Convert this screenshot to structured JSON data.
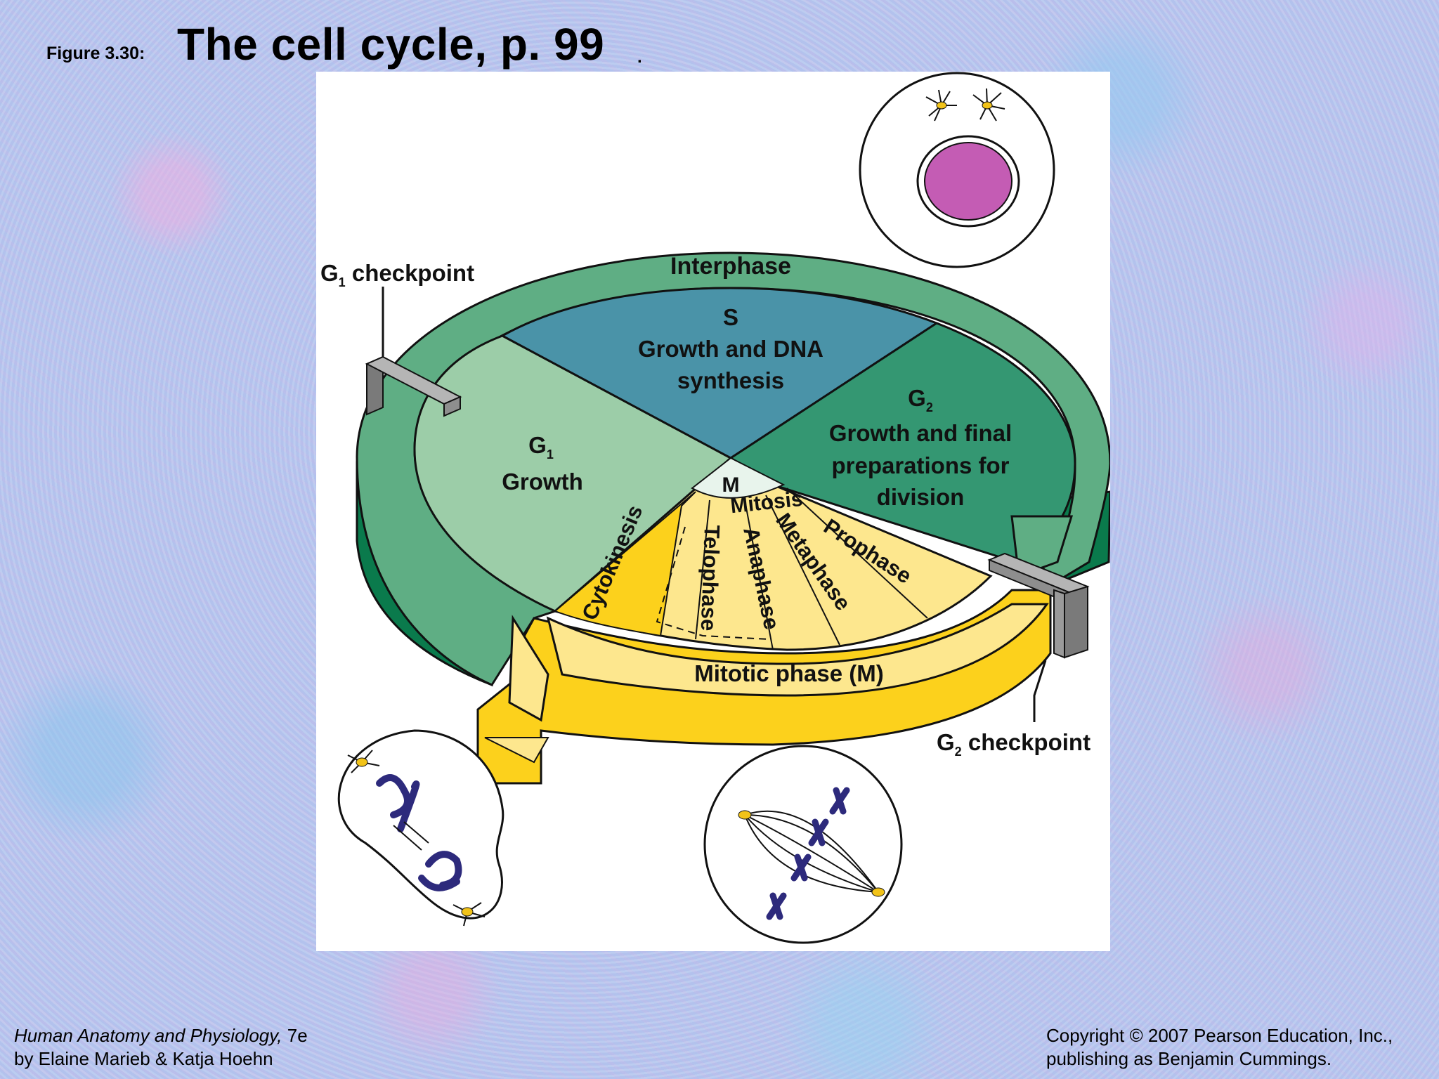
{
  "header": {
    "figure_number": "Figure 3.30:",
    "title": "The cell cycle, p. 99",
    "title_trailing": "."
  },
  "diagram": {
    "interphase": "Interphase",
    "s_letter": "S",
    "s_line1": "Growth and DNA",
    "s_line2": "synthesis",
    "g1_letter": "G",
    "g1_sub": "1",
    "g1_desc": "Growth",
    "g2_letter": "G",
    "g2_sub": "2",
    "g2_line1": "Growth and final",
    "g2_line2": "preparations for",
    "g2_line3": "division",
    "m_letter": "M",
    "mitosis": "Mitosis",
    "prophase": "Prophase",
    "metaphase": "Metaphase",
    "anaphase": "Anaphase",
    "telophase": "Telophase",
    "cytokinesis": "Cytokinesis",
    "mitotic_phase": "Mitotic phase (M)",
    "g1_checkpoint_letter": "G",
    "g1_checkpoint_sub": "1",
    "g1_checkpoint_text": " checkpoint",
    "g2_checkpoint_letter": "G",
    "g2_checkpoint_sub": "2",
    "g2_checkpoint_text": " checkpoint"
  },
  "colors": {
    "ring_green": "#5fae84",
    "ring_dark": "#0a7a4c",
    "g1_fill": "#9ccda8",
    "s_fill": "#4a93a8",
    "g2_fill": "#349772",
    "m_yellow": "#fcd11c",
    "m_light": "#fde78e",
    "nucleus": "#c45cb4",
    "chromosome": "#2d2a7c"
  },
  "footer": {
    "book_title": "Human Anatomy and Physiology,",
    "edition": " 7e",
    "authors": "by Elaine Marieb & Katja Hoehn",
    "copyright_line1": "Copyright © 2007 Pearson Education, Inc.,",
    "copyright_line2": "publishing as Benjamin Cummings."
  }
}
